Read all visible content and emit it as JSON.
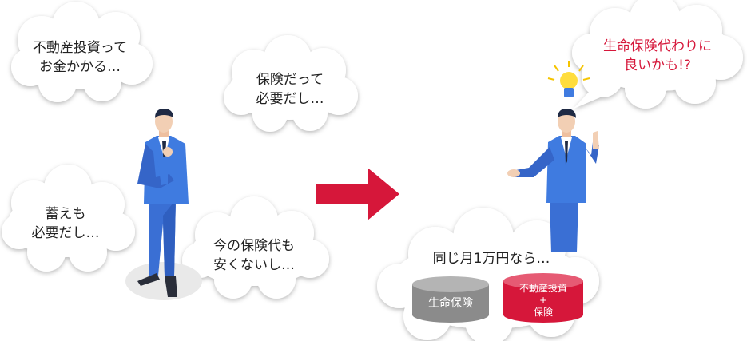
{
  "worries": {
    "cost": [
      "不動産投資って",
      "お金かかる…"
    ],
    "insurance_needed": [
      "保険だって",
      "必要だし…"
    ],
    "savings_needed": [
      "蓄えも",
      "必要だし…"
    ],
    "current_insurance": [
      "今の保険代も",
      "安くないし…"
    ]
  },
  "idea": [
    "生命保険代わりに",
    "良いかも!?"
  ],
  "comparison": {
    "heading": "同じ月1万円なら…",
    "option_a": "生命保険",
    "option_b": [
      "不動産投資",
      "+",
      "保険"
    ]
  },
  "colors": {
    "arrow": "#d6173a",
    "idea_text": "#d6173a",
    "suit": "#3f7be0",
    "cylinder_gray": "#8b8b8b",
    "cylinder_red": "#d6173a",
    "cloud_fill": "#ffffff"
  }
}
